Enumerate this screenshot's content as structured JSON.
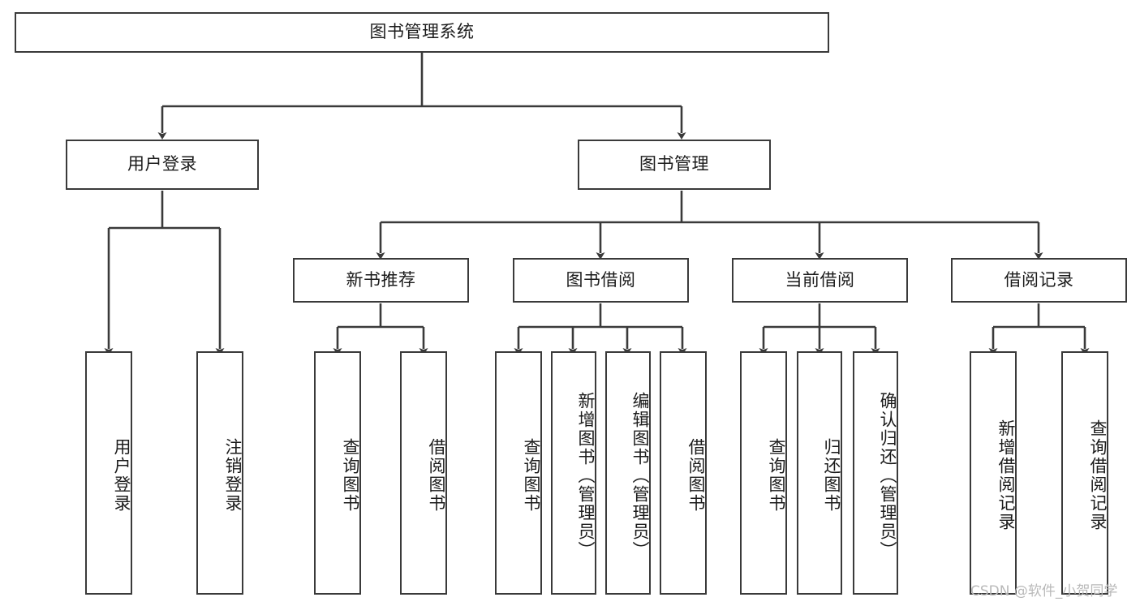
{
  "diagram": {
    "title": "图书管理系统",
    "watermark": "CSDN @软件_小贺同学",
    "edge_color": "#3a3a3a",
    "box_border_color": "#3a3a3a",
    "background": "#ffffff",
    "nodes": {
      "root": {
        "label": "图书管理系统"
      },
      "level2": [
        {
          "id": "user-login",
          "label": "用户登录"
        },
        {
          "id": "book-management",
          "label": "图书管理"
        }
      ],
      "level3": [
        {
          "id": "new-book-recommend",
          "label": "新书推荐"
        },
        {
          "id": "book-borrow",
          "label": "图书借阅"
        },
        {
          "id": "current-borrow",
          "label": "当前借阅"
        },
        {
          "id": "borrow-record",
          "label": "借阅记录"
        }
      ],
      "leaves": {
        "user_login": [
          {
            "id": "leaf-user-login",
            "label": "用户登录"
          },
          {
            "id": "leaf-user-logout",
            "label": "注销登录"
          }
        ],
        "new_book_recommend": [
          {
            "id": "leaf-query-book-1",
            "label": "查询图书"
          },
          {
            "id": "leaf-borrow-book-1",
            "label": "借阅图书"
          }
        ],
        "book_borrow": [
          {
            "id": "leaf-query-book-2",
            "label": "查询图书"
          },
          {
            "id": "leaf-add-book",
            "label": "新增图书（管理员）"
          },
          {
            "id": "leaf-edit-book",
            "label": "编辑图书（管理员）"
          },
          {
            "id": "leaf-borrow-book-2",
            "label": "借阅图书"
          }
        ],
        "current_borrow": [
          {
            "id": "leaf-query-book-3",
            "label": "查询图书"
          },
          {
            "id": "leaf-return-book",
            "label": "归还图书"
          },
          {
            "id": "leaf-confirm-return",
            "label": "确认归还（管理员）"
          }
        ],
        "borrow_record": [
          {
            "id": "leaf-add-record",
            "label": "新增借阅记录"
          },
          {
            "id": "leaf-query-record",
            "label": "查询借阅记录"
          }
        ]
      }
    }
  }
}
